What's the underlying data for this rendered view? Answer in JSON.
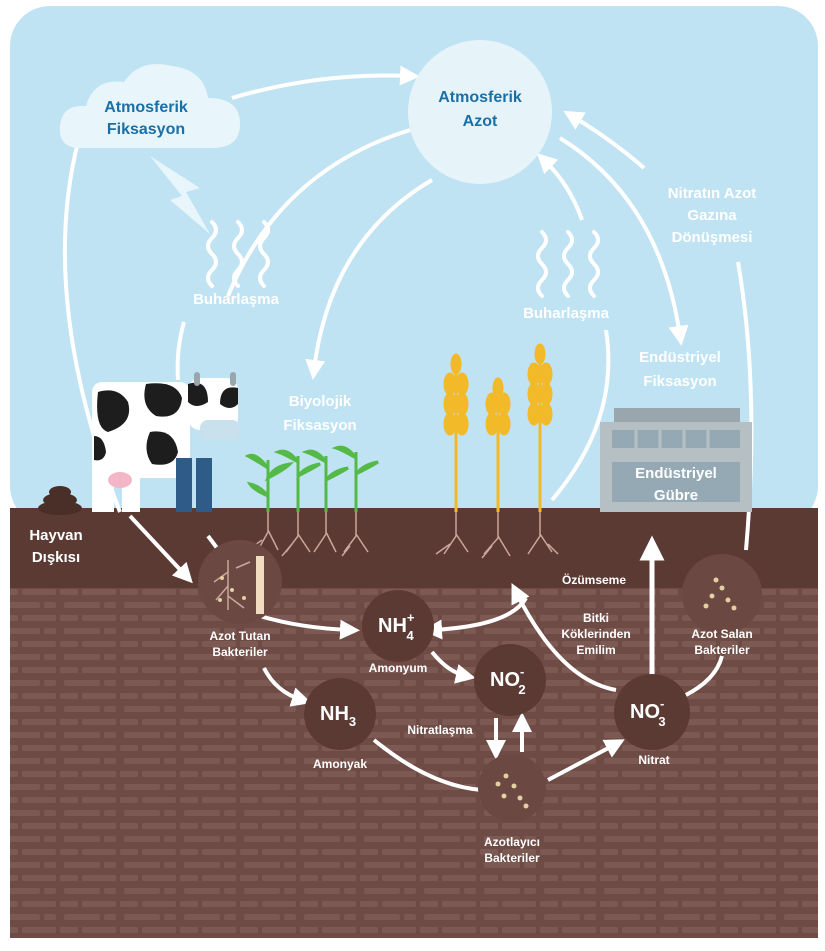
{
  "colors": {
    "sky": "#bfe3f3",
    "soil_top": "#5b3a33",
    "soil": "#6e4b44",
    "soil_brick": "#7c5a53",
    "arrow": "#ffffff",
    "title_blue": "#1a6fa6",
    "wheat": "#f2b928",
    "plant_green": "#55b947"
  },
  "labels": {
    "atmospheric_fixation": [
      "Atmosferik",
      "Fiksasyon"
    ],
    "atmospheric_nitrogen": [
      "Atmosferik",
      "Azot"
    ],
    "evaporation_left": "Buharlaşma",
    "evaporation_right": "Buharlaşma",
    "denitrification": [
      "Nitratın Azot",
      "Gazına",
      "Dönüşmesi"
    ],
    "biological_fixation": [
      "Biyolojik",
      "Fiksasyon"
    ],
    "industrial_fixation": [
      "Endüstriyel",
      "Fiksasyon"
    ],
    "industrial_fertilizer": [
      "Endüstriyel",
      "Gübre"
    ],
    "animal_waste": [
      "Hayvan",
      "Dışkısı"
    ],
    "nitrogen_fixing_bacteria": [
      "Azot Tutan",
      "Bakteriler"
    ],
    "assimilation": "Özümseme",
    "root_uptake": [
      "Bitki",
      "Köklerinden",
      "Emilim"
    ],
    "denitrifying_bacteria": [
      "Azot Salan",
      "Bakteriler"
    ],
    "ammonium": "Amonyum",
    "ammonia": "Amonyak",
    "nitrification": "Nitratlaşma",
    "nitrate": "Nitrat",
    "nitrifying_bacteria": [
      "Azotlayıcı",
      "Bakteriler"
    ]
  },
  "chemicals": {
    "nh4": {
      "base": "NH",
      "sub": "4",
      "sup": "+"
    },
    "no2": {
      "base": "NO",
      "sub": "2",
      "sup": "-"
    },
    "nh3": {
      "base": "NH",
      "sub": "3"
    },
    "no3": {
      "base": "NO",
      "sub": "3",
      "sup": "-"
    }
  },
  "icons": {
    "cloud": "cloud-icon",
    "lightning": "lightning-icon",
    "cow": "cow-icon",
    "factory": "factory-icon",
    "wheat": "wheat-icon",
    "plant": "plant-icon",
    "waste": "waste-icon",
    "bacteria": "bacteria-icon",
    "steam": "steam-icon"
  }
}
